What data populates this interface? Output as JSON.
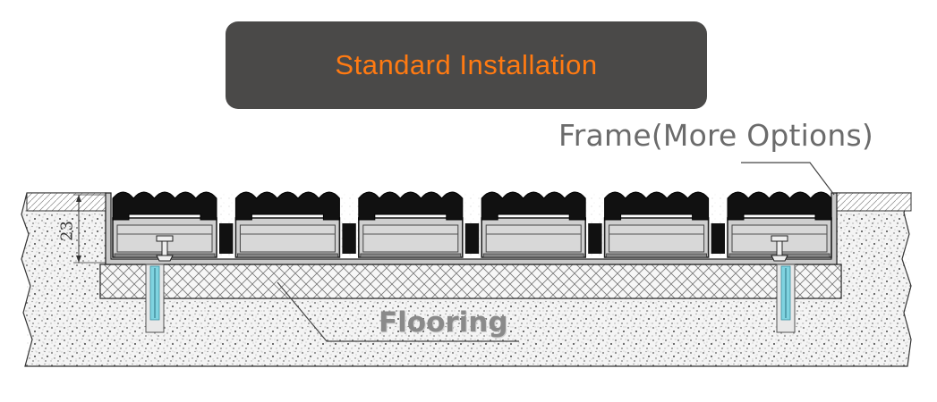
{
  "title": "Standard Installation",
  "labels": {
    "frame": "Frame(More Options)",
    "flooring": "Flooring",
    "dimension": "23"
  },
  "colors": {
    "title_bg": "#4a4948",
    "title_text": "#ff7a12",
    "label_text": "#6b6b6b",
    "mat_black": "#111111",
    "mat_grey": "#c9c9c9",
    "anchor_blue": "#7fd3e0"
  },
  "tiles": 6
}
